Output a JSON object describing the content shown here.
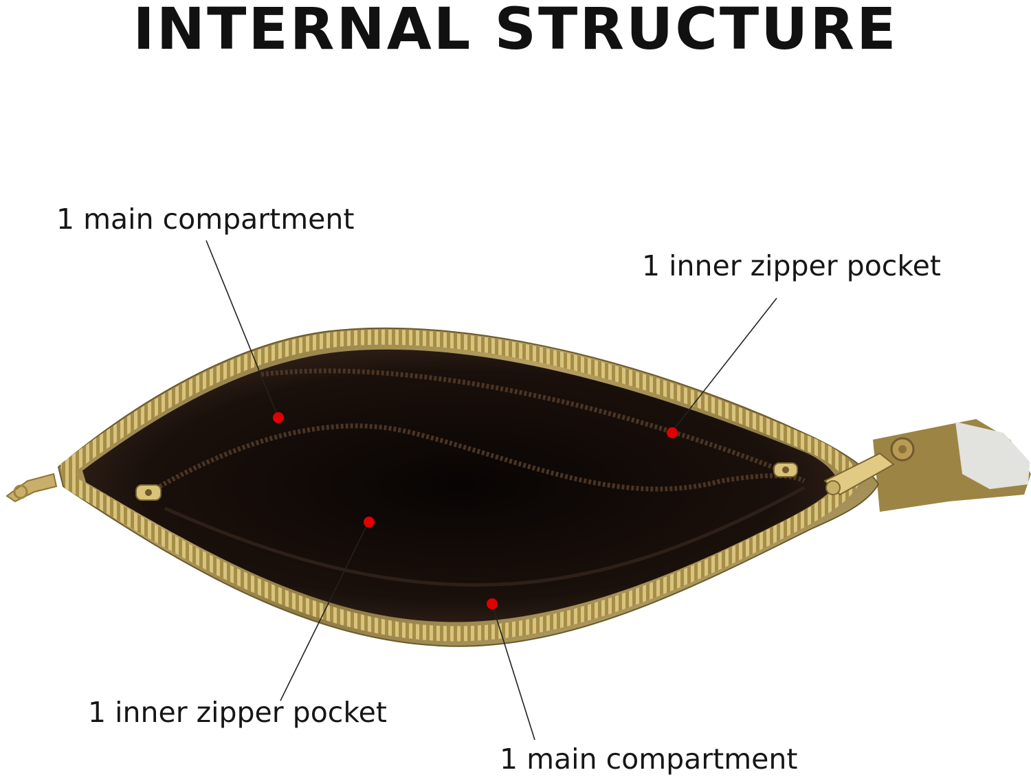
{
  "title": "INTERNAL STRUCTURE",
  "callouts": {
    "top_left": "1 main compartment",
    "top_right": "1 inner zipper pocket",
    "bottom_left": "1 inner zipper pocket",
    "bottom_right": "1 main compartment"
  },
  "colors": {
    "leather": "#a58e4e",
    "zipper": "#d9c583",
    "lining": "#120b08",
    "marker": "#e00000"
  }
}
